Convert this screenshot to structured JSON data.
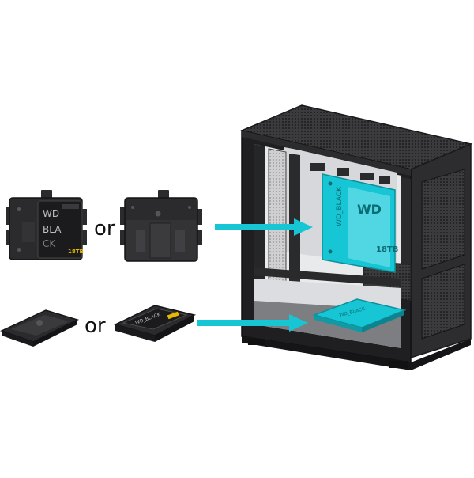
{
  "labels": {
    "or_top": "or",
    "or_bottom": "or"
  },
  "drive": {
    "brand_line1": "WD",
    "brand_line2": "BLA",
    "brand_line3": "CK",
    "brand_side": "WD_BLACK",
    "capacity": "18TB"
  },
  "colors": {
    "cyan": "#17c6d4",
    "case_dark": "#2a2a2c",
    "case_mid": "#3a3a3d",
    "bracket": "#2b2b2e"
  }
}
